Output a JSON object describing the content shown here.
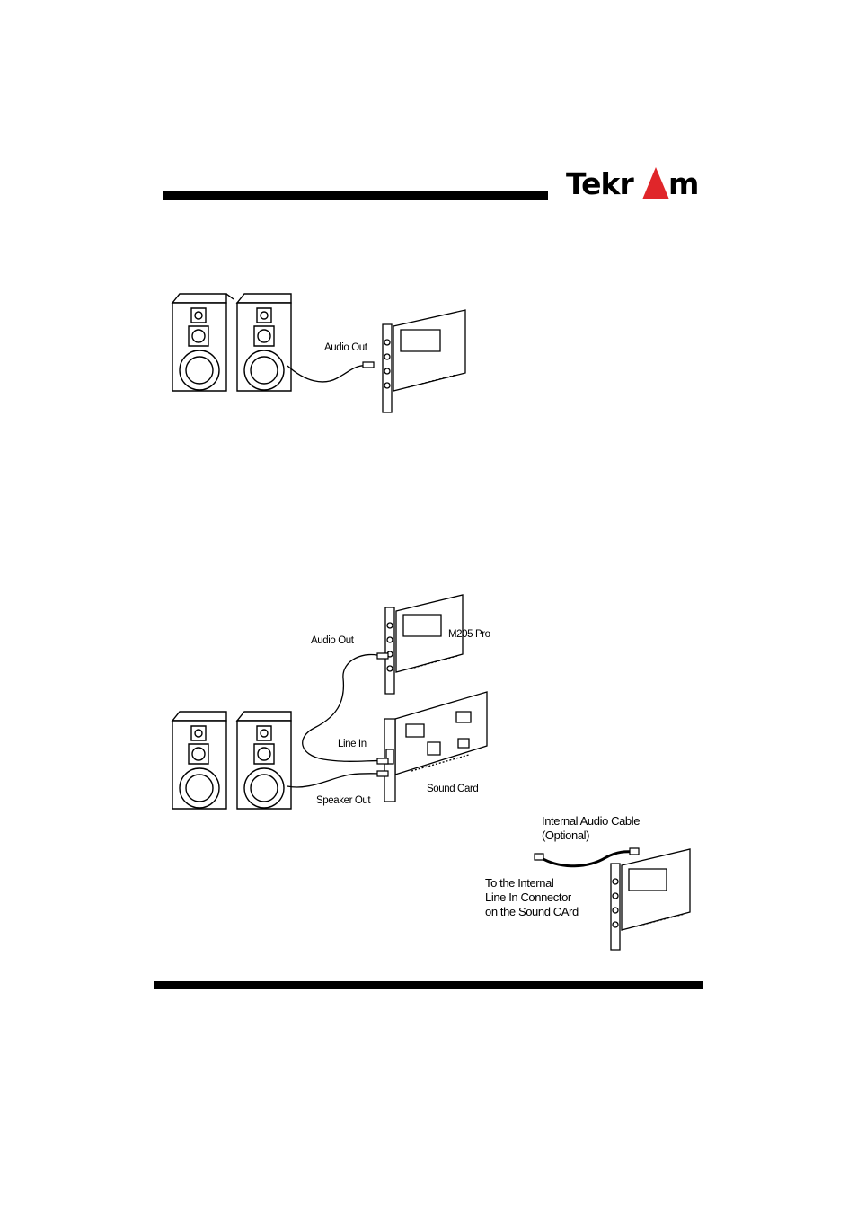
{
  "logo": {
    "part1": "Tekr",
    "part2": "m"
  },
  "figure1": {
    "audio_out_label": "Audio Out"
  },
  "figure2": {
    "audio_out_label": "Audio Out",
    "card_label": "M205 Pro",
    "line_in_label": "Line In",
    "speaker_out_label": "Speaker Out",
    "sound_card_label": "Sound Card"
  },
  "figure3": {
    "cable_label_1": "Internal Audio Cable",
    "cable_label_2": "(Optional)",
    "dest_label_1": "To the Internal",
    "dest_label_2": "Line In Connector",
    "dest_label_3": "on the Sound CArd"
  },
  "colors": {
    "rule": "#000000",
    "logo_triangle": "#e0262a"
  }
}
